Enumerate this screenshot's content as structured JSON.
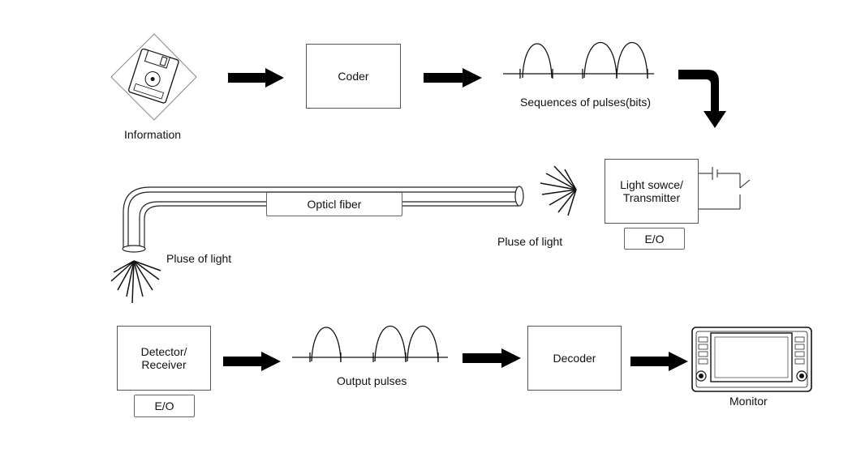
{
  "labels": {
    "information": "Information",
    "coder": "Coder",
    "sequences": "Sequences of pulses(bits)",
    "light_source": "Light sowce/\nTransmitter",
    "eo_top": "E/O",
    "optical_fiber": "Opticl fiber",
    "pulse_light_right": "Pluse of light",
    "pulse_light_left": "Pluse of light",
    "detector": "Detector/\nReceiver",
    "eo_bottom": "E/O",
    "output_pulses": "Output pulses",
    "decoder": "Decoder",
    "monitor": "Monitor"
  },
  "icons": {
    "information": "floppy-disk-icon",
    "monitor": "car-monitor-icon"
  },
  "colors": {
    "line": "#111111",
    "box_border": "#555555"
  }
}
